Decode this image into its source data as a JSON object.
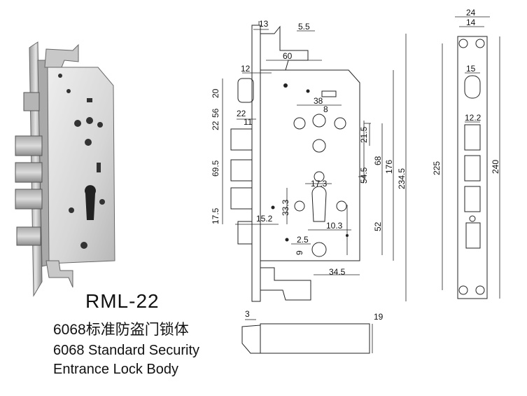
{
  "product": {
    "model": "RML-22",
    "name_cn": "6068标准防盗门锁体",
    "name_en_line1": "6068 Standard Security",
    "name_en_line2": "Entrance Lock Body"
  },
  "dimensions": {
    "d13": "13",
    "d5_5": "5.5",
    "d60": "60",
    "d12": "12",
    "d20": "20",
    "d56": "56",
    "d22a": "22",
    "d22b": "22",
    "d11": "11",
    "d38": "38",
    "d8": "8",
    "d21_5": "21.5",
    "d68": "68",
    "d54_5": "54.5",
    "d176": "176",
    "d234_5": "234.5",
    "d69_5": "69.5",
    "d17_3": "17.3",
    "d33_3": "33.3",
    "d17_5": "17.5",
    "d15_2": "15.2",
    "d10_3": "10.3",
    "d52": "52",
    "d2_5": "2.5",
    "d9": "9",
    "d34_5": "34.5",
    "d3": "3",
    "d19": "19",
    "d24": "24",
    "d14": "14",
    "d15": "15",
    "d12_2": "12.2",
    "d225": "225",
    "d240": "240"
  }
}
